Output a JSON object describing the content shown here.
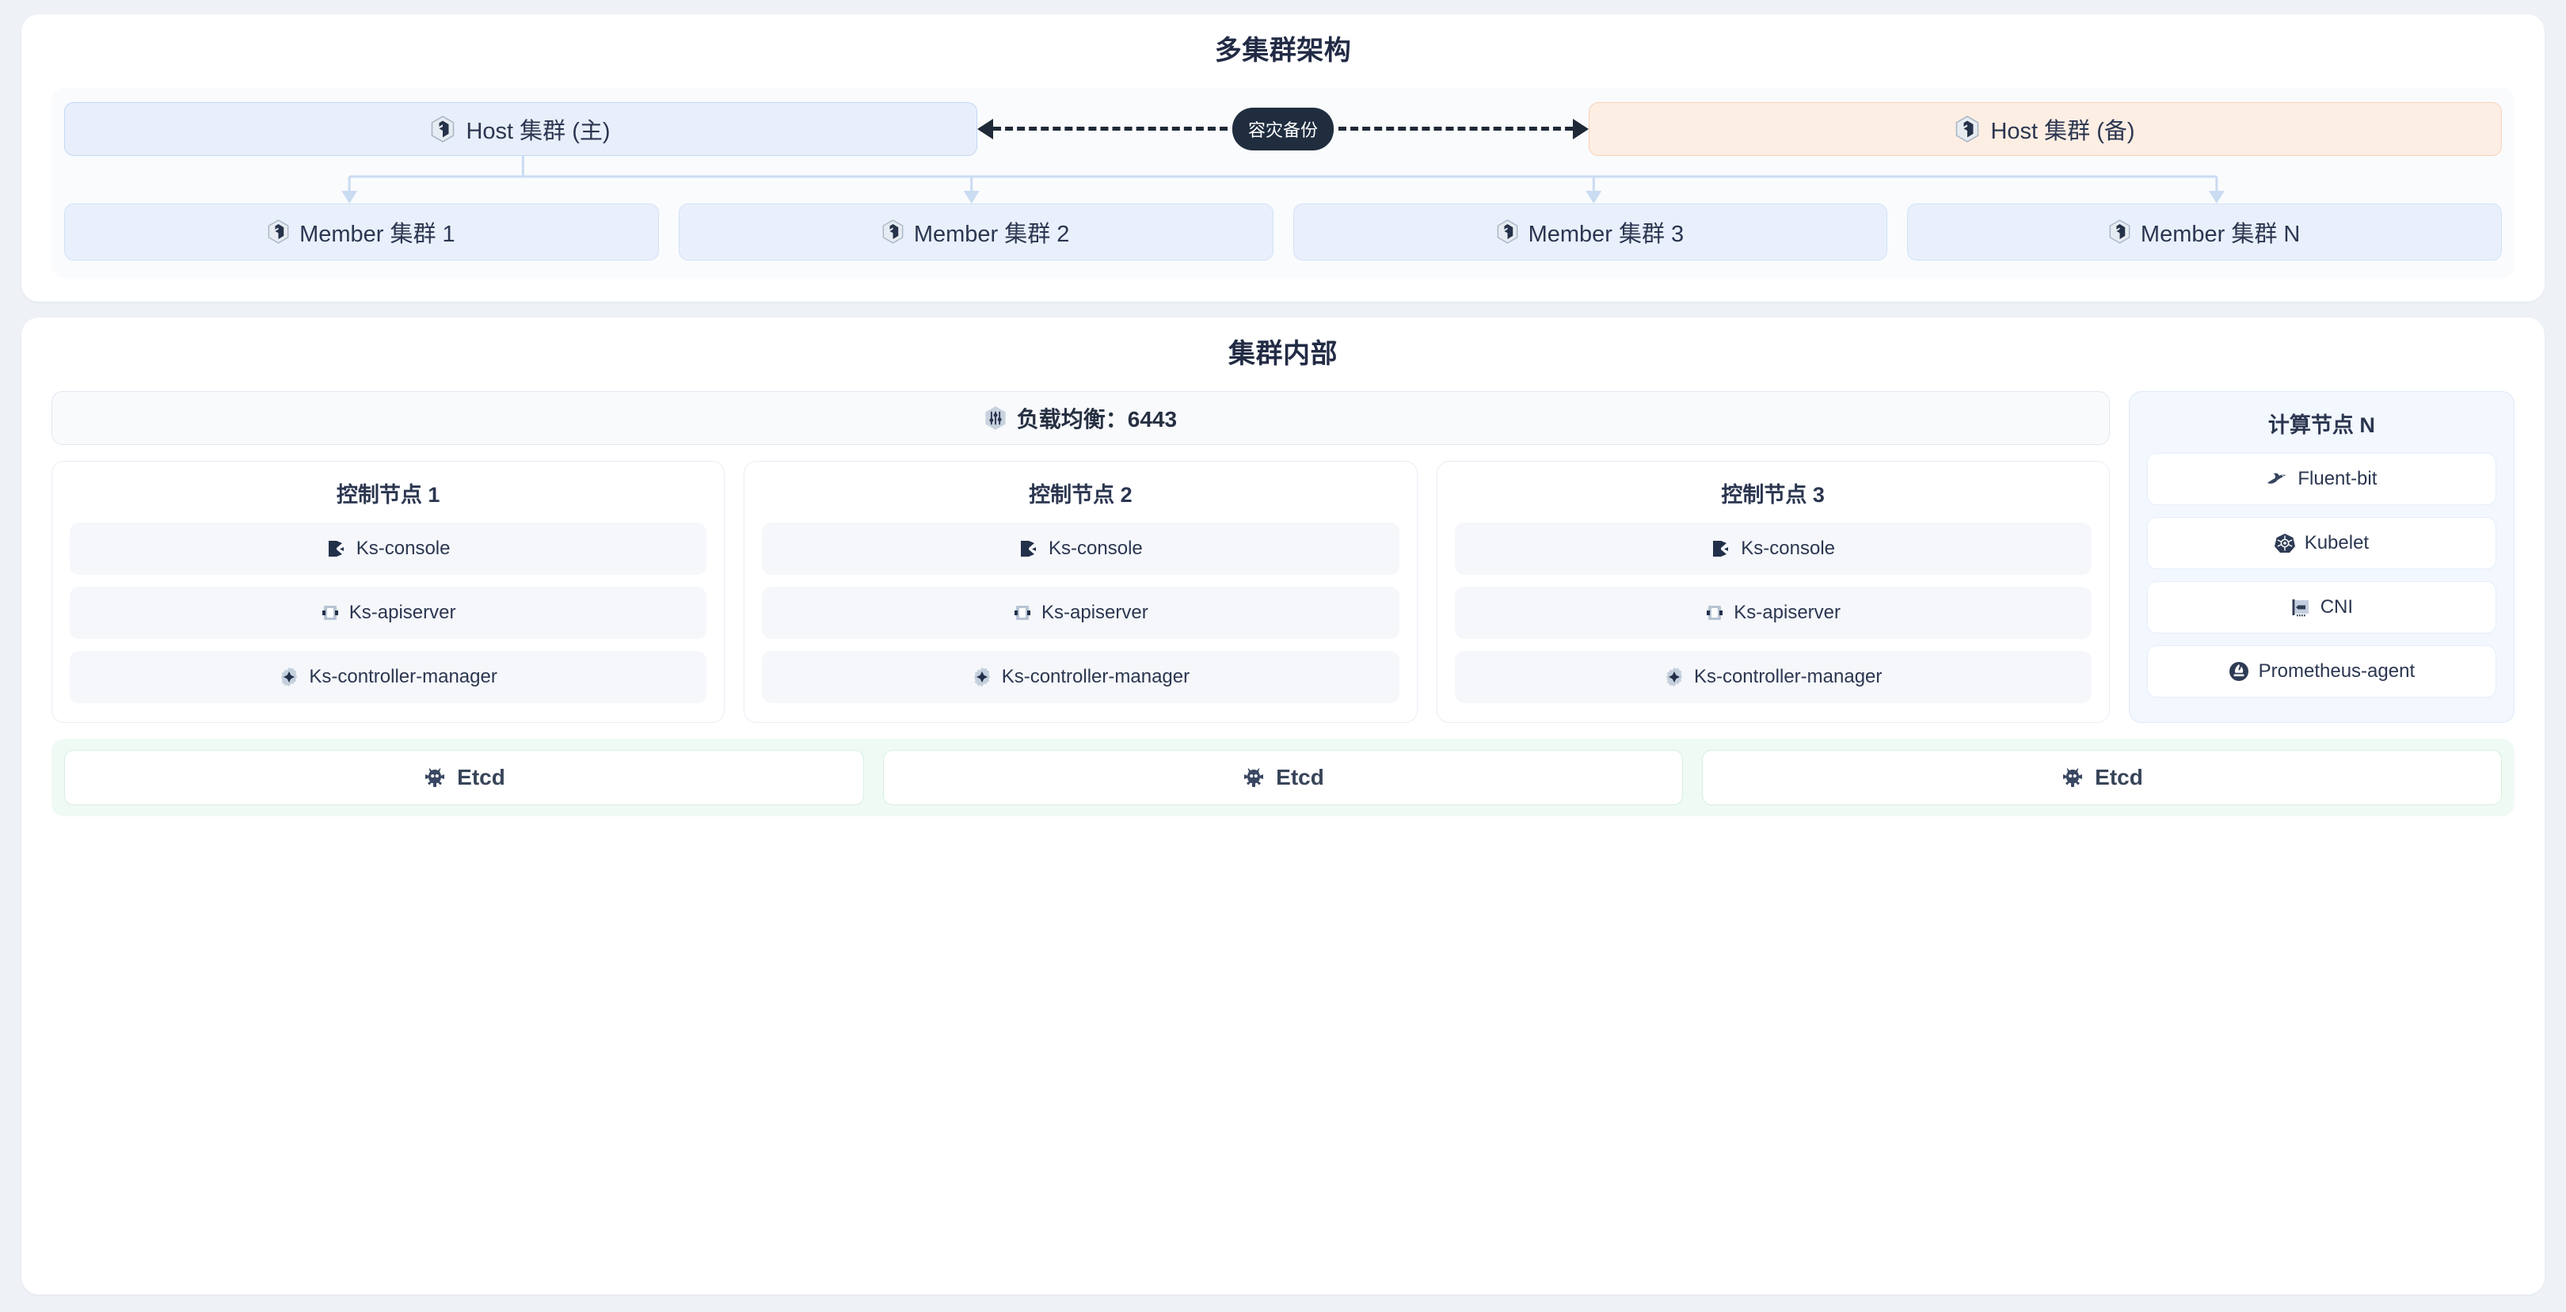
{
  "sections": {
    "multi_cluster": {
      "title": "多集群架构",
      "host_primary": {
        "label": "Host 集群 (主)",
        "icon": "kubesphere-hex-icon",
        "bg": "#e8effb",
        "border": "#c3d7f5"
      },
      "host_standby": {
        "label": "Host 集群 (备)",
        "icon": "kubesphere-hex-icon",
        "bg": "#fdeee4",
        "border": "#f8d2b8"
      },
      "dr_badge": {
        "label": "容灾备份",
        "bg": "#1f2d3f",
        "color": "#ffffff"
      },
      "members": [
        {
          "label": "Member 集群 1",
          "icon": "kubesphere-hex-icon"
        },
        {
          "label": "Member 集群 2",
          "icon": "kubesphere-hex-icon"
        },
        {
          "label": "Member 集群 3",
          "icon": "kubesphere-hex-icon"
        },
        {
          "label": "Member 集群 N",
          "icon": "kubesphere-hex-icon"
        }
      ]
    },
    "cluster_internal": {
      "title": "集群内部",
      "load_balancer": {
        "label": "负载均衡：6443",
        "icon": "sliders-icon",
        "port": "6443"
      },
      "control_nodes": [
        {
          "title": "控制节点 1",
          "items": [
            {
              "label": "Ks-console",
              "icon": "ks-console-icon"
            },
            {
              "label": "Ks-apiserver",
              "icon": "ks-apiserver-icon"
            },
            {
              "label": "Ks-controller-manager",
              "icon": "gear-diamond-icon"
            }
          ]
        },
        {
          "title": "控制节点 2",
          "items": [
            {
              "label": "Ks-console",
              "icon": "ks-console-icon"
            },
            {
              "label": "Ks-apiserver",
              "icon": "ks-apiserver-icon"
            },
            {
              "label": "Ks-controller-manager",
              "icon": "gear-diamond-icon"
            }
          ]
        },
        {
          "title": "控制节点 3",
          "items": [
            {
              "label": "Ks-console",
              "icon": "ks-console-icon"
            },
            {
              "label": "Ks-apiserver",
              "icon": "ks-apiserver-icon"
            },
            {
              "label": "Ks-controller-manager",
              "icon": "gear-diamond-icon"
            }
          ]
        }
      ],
      "compute_node": {
        "title": "计算节点 N",
        "items": [
          {
            "label": "Fluent-bit",
            "icon": "bird-icon"
          },
          {
            "label": "Kubelet",
            "icon": "kubernetes-helm-icon"
          },
          {
            "label": "CNI",
            "icon": "network-card-icon"
          },
          {
            "label": "Prometheus-agent",
            "icon": "prometheus-icon"
          }
        ]
      },
      "etcd_row": [
        {
          "label": "Etcd",
          "icon": "etcd-icon"
        },
        {
          "label": "Etcd",
          "icon": "etcd-icon"
        },
        {
          "label": "Etcd",
          "icon": "etcd-icon"
        }
      ]
    }
  },
  "colors": {
    "page_bg": "#eef2f7",
    "card_bg": "#ffffff",
    "text_dark": "#2b3650",
    "blue_fill": "#e9f0fc",
    "blue_border": "#d2e1f7",
    "orange_fill": "#fdeee4",
    "orange_border": "#f8d2b8",
    "green_band": "#f0faf4",
    "green_border": "#d6efe0",
    "badge_dark": "#1f2d3f"
  }
}
